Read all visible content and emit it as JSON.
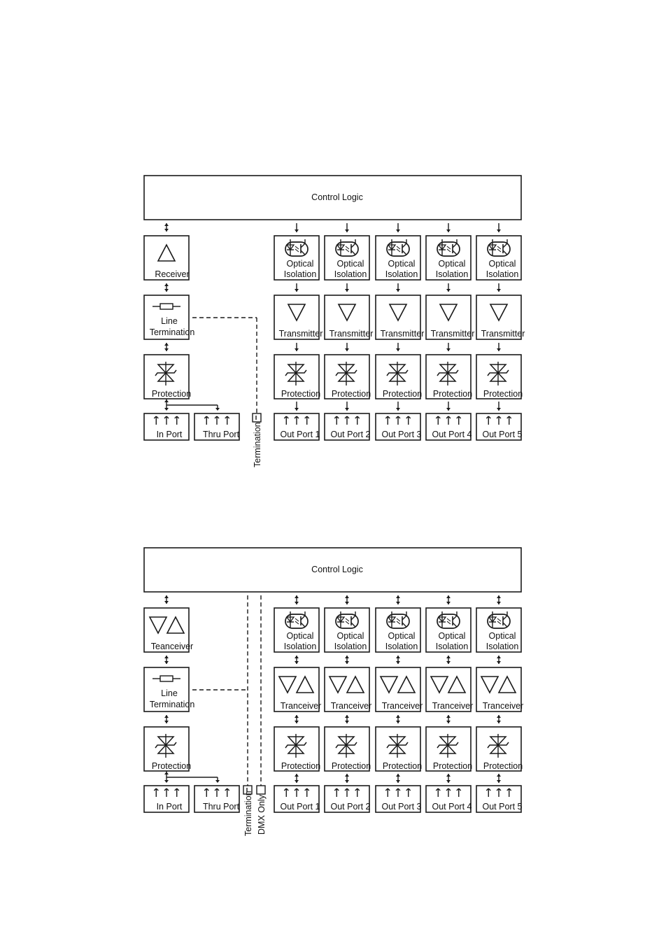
{
  "colors": {
    "stroke": "#1a1a1a",
    "background": "#ffffff"
  },
  "diagram_top": {
    "control_logic": "Control Logic",
    "left": {
      "receiver": "Receiver",
      "line_termination_1": "Line",
      "line_termination_2": "Termination",
      "protection": "Protection",
      "in_port": "In Port",
      "thru_port": "Thru Port",
      "termination_label": "Termination"
    },
    "channels": [
      {
        "iso1": "Optical",
        "iso2": "Isolation",
        "tx": "Transmitter",
        "prot": "Protection",
        "port": "Out Port 1"
      },
      {
        "iso1": "Optical",
        "iso2": "Isolation",
        "tx": "Transmitter",
        "prot": "Protection",
        "port": "Out Port 2"
      },
      {
        "iso1": "Optical",
        "iso2": "Isolation",
        "tx": "Transmitter",
        "prot": "Protection",
        "port": "Out Port 3"
      },
      {
        "iso1": "Optical",
        "iso2": "Isolation",
        "tx": "Transmitter",
        "prot": "Protection",
        "port": "Out Port 4"
      },
      {
        "iso1": "Optical",
        "iso2": "Isolation",
        "tx": "Transmitter",
        "prot": "Protection",
        "port": "Out Port 5"
      }
    ]
  },
  "diagram_bottom": {
    "control_logic": "Control Logic",
    "left": {
      "transceiver": "Teanceiver",
      "line_termination_1": "Line",
      "line_termination_2": "Termination",
      "protection": "Protection",
      "in_port": "In Port",
      "thru_port": "Thru Port",
      "termination_label": "Termination",
      "dmx_label": "DMX Only"
    },
    "channels": [
      {
        "iso1": "Optical",
        "iso2": "Isolation",
        "tx": "Tranceiver",
        "prot": "Protection",
        "port": "Out Port 1"
      },
      {
        "iso1": "Optical",
        "iso2": "Isolation",
        "tx": "Tranceiver",
        "prot": "Protection",
        "port": "Out Port 2"
      },
      {
        "iso1": "Optical",
        "iso2": "Isolation",
        "tx": "Tranceiver",
        "prot": "Protection",
        "port": "Out Port 3"
      },
      {
        "iso1": "Optical",
        "iso2": "Isolation",
        "tx": "Tranceiver",
        "prot": "Protection",
        "port": "Out Port 4"
      },
      {
        "iso1": "Optical",
        "iso2": "Isolation",
        "tx": "Tranceiver",
        "prot": "Protection",
        "port": "Out Port 5"
      }
    ]
  }
}
